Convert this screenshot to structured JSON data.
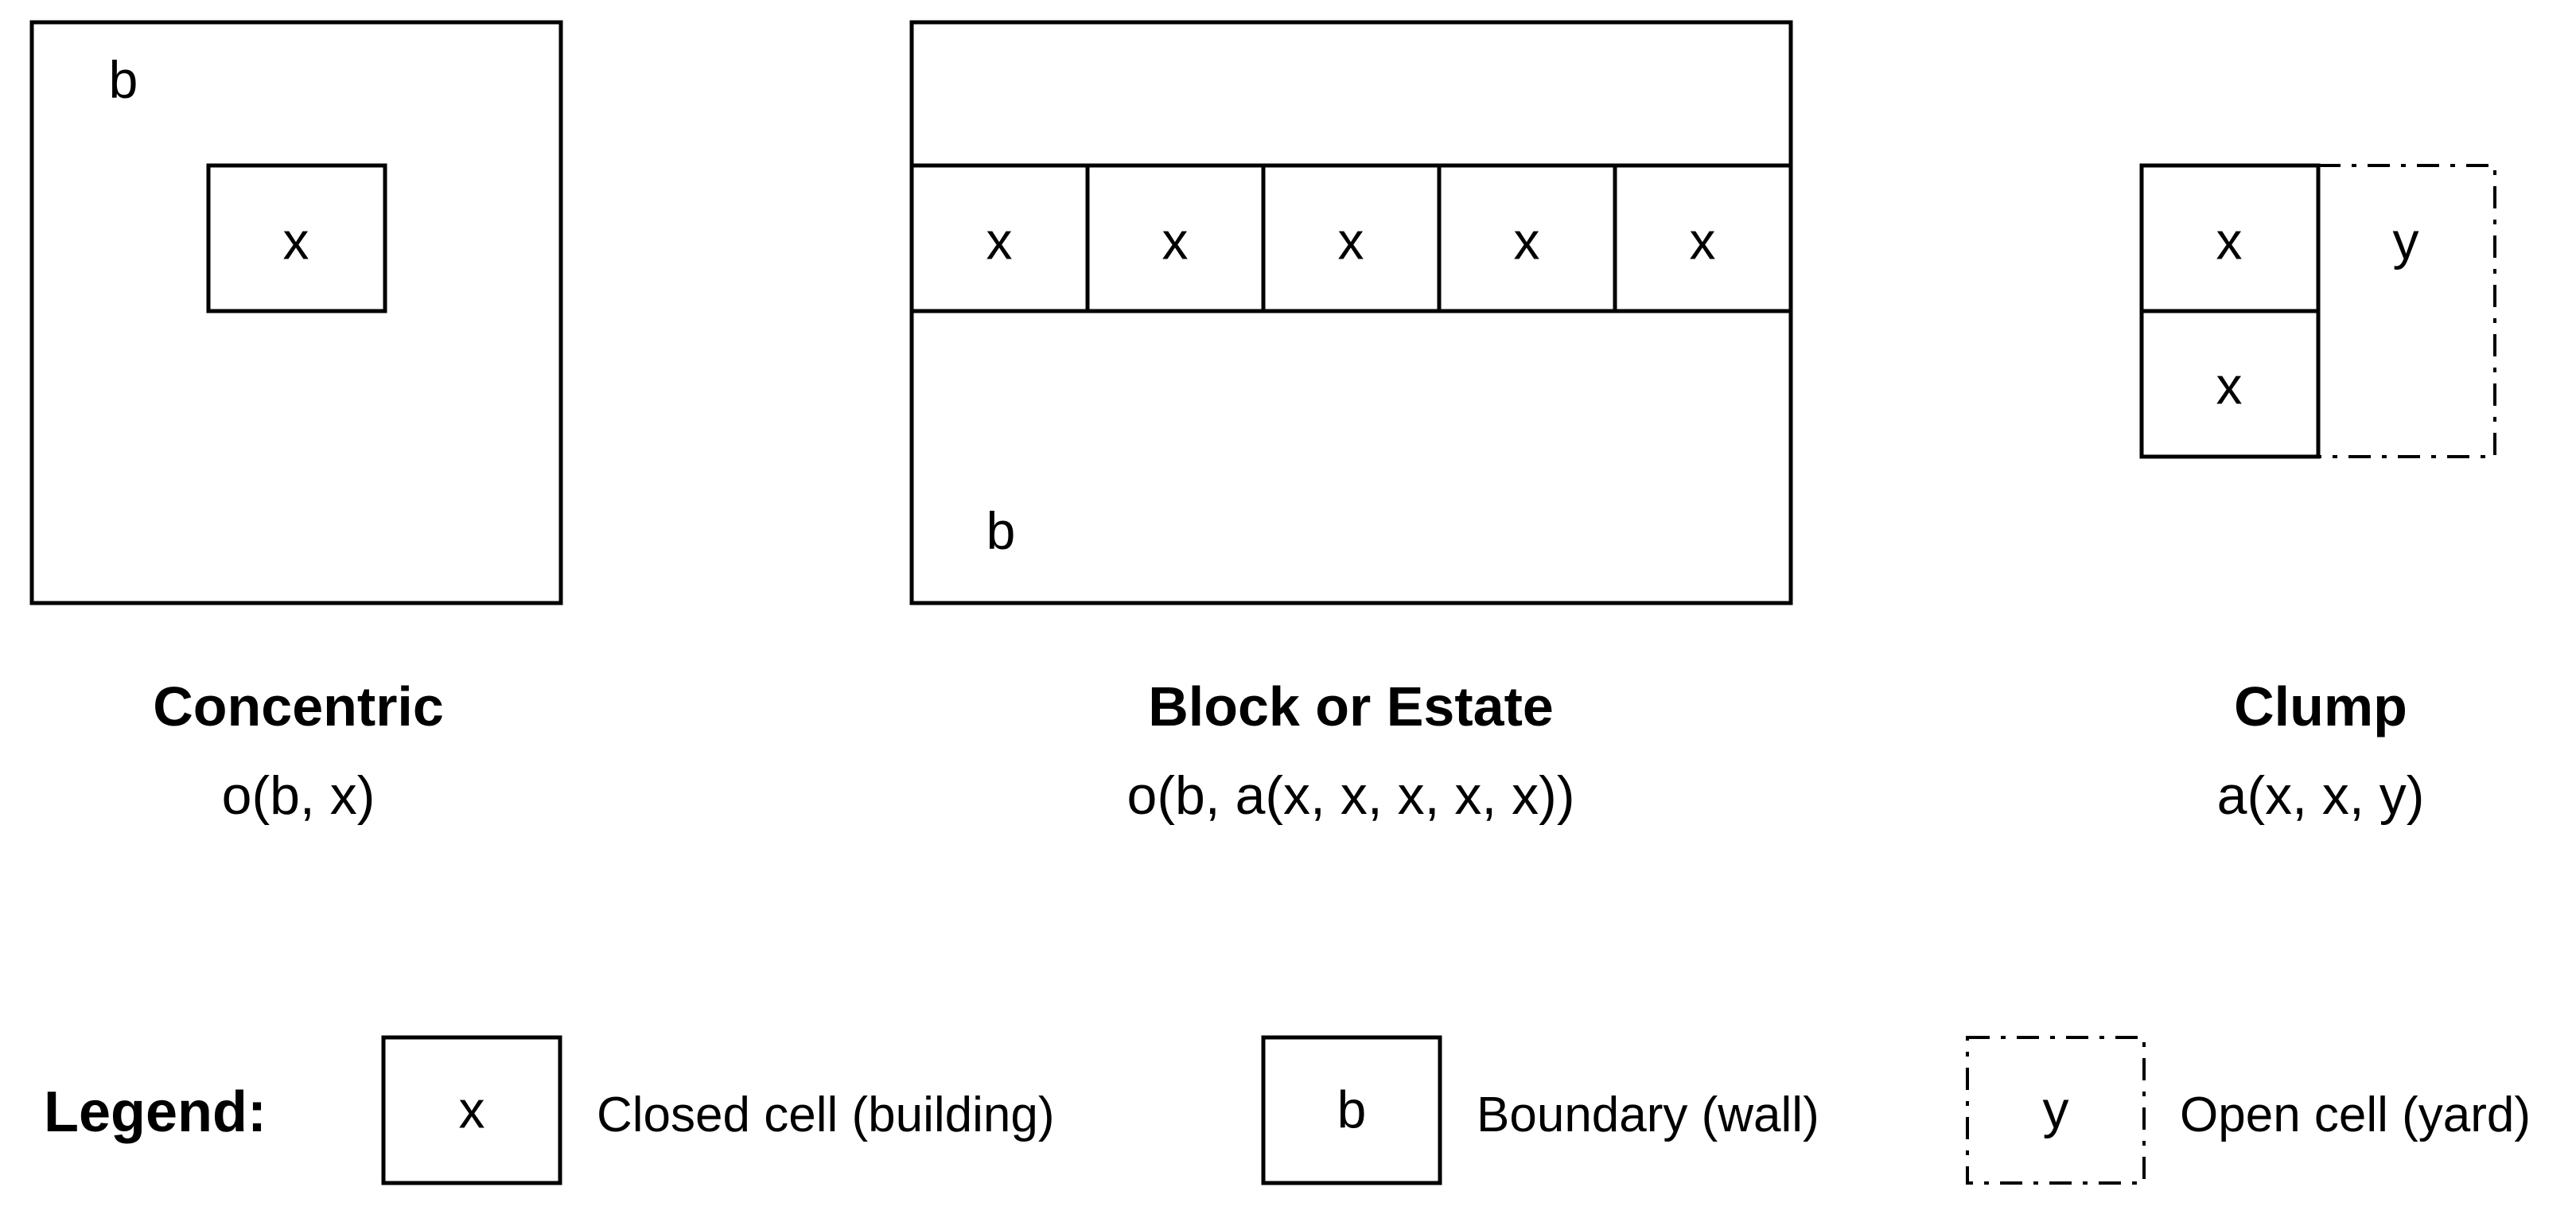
{
  "concentric": {
    "boundary_label": "b",
    "cell_label": "x",
    "title": "Concentric",
    "formula": "o(b, x)"
  },
  "block": {
    "cells": [
      "x",
      "x",
      "x",
      "x",
      "x"
    ],
    "boundary_label": "b",
    "title": "Block or Estate",
    "formula": "o(b, a(x, x, x, x, x))"
  },
  "clump": {
    "cell_top": "x",
    "cell_bottom": "x",
    "yard_label": "y",
    "title": "Clump",
    "formula": "a(x, x, y)"
  },
  "legend": {
    "title": "Legend:",
    "items": [
      {
        "symbol": "x",
        "description": "Closed cell (building)"
      },
      {
        "symbol": "b",
        "description": "Boundary (wall)"
      },
      {
        "symbol": "y",
        "description": "Open cell (yard)"
      }
    ]
  }
}
